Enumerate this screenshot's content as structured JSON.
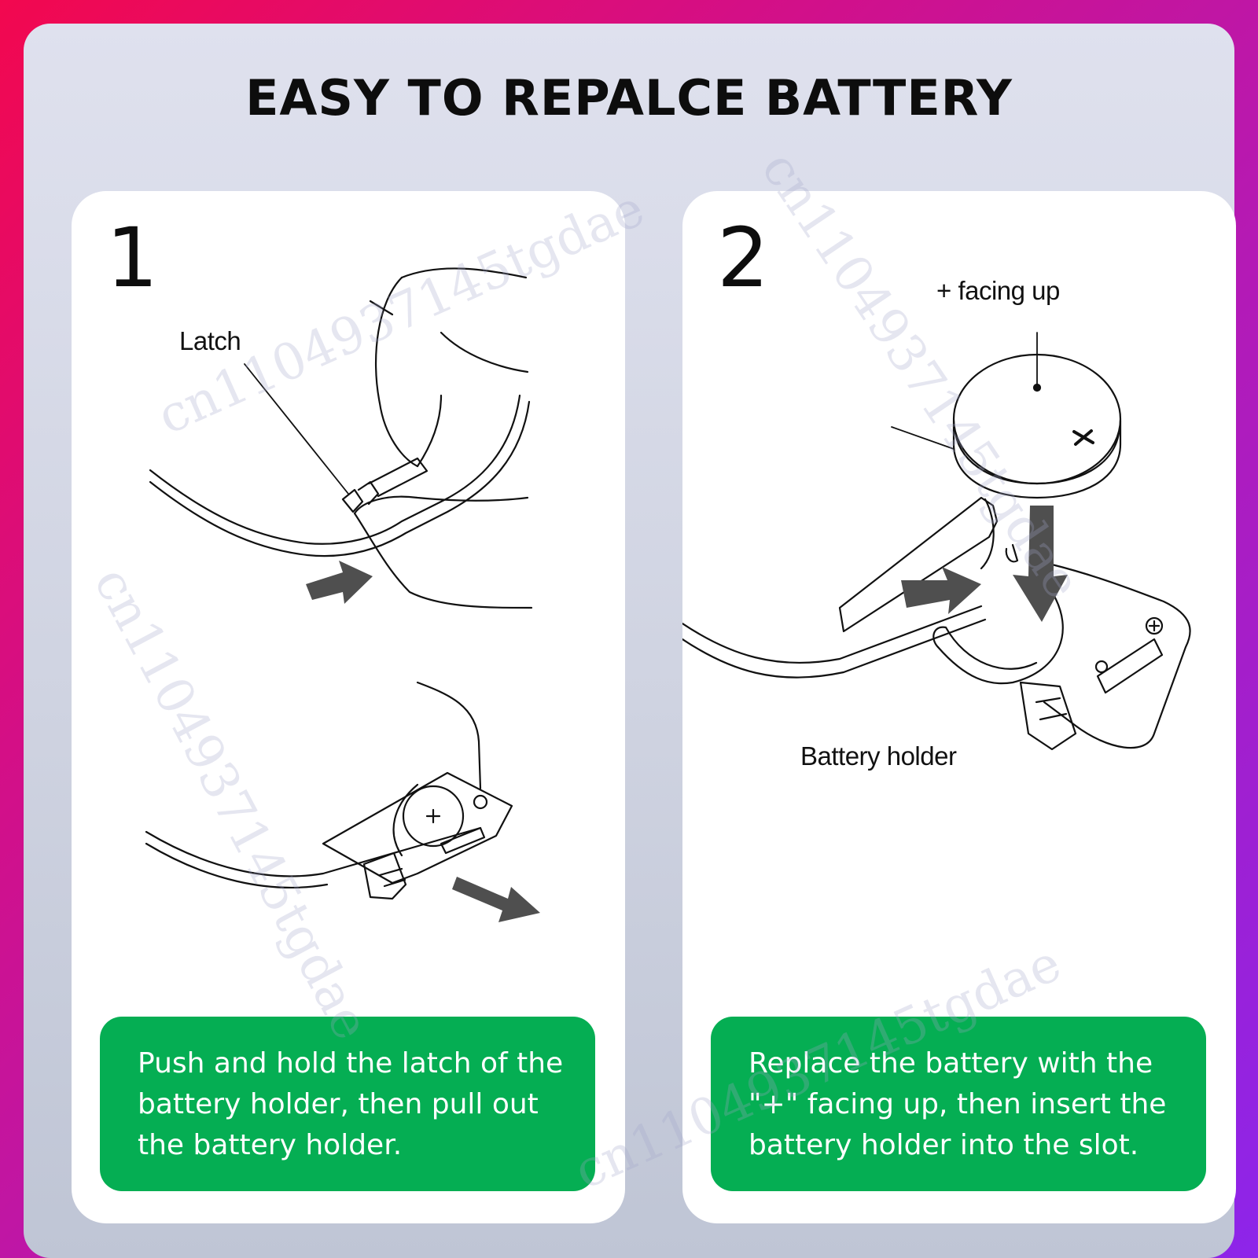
{
  "title": "EASY TO REPALCE BATTERY",
  "watermark": "cn1104937145tgdae",
  "steps": [
    {
      "number": "1",
      "labels": {
        "latch": "Latch"
      },
      "caption": "Push and hold the latch of the battery holder, then pull out the battery holder."
    },
    {
      "number": "2",
      "labels": {
        "plus_facing_up": "+ facing up",
        "battery_holder": "Battery holder"
      },
      "caption": "Replace the battery with the \"+\" facing up, then insert the battery holder into the slot."
    }
  ],
  "colors": {
    "background_gradient_start": "#f2084f",
    "background_gradient_end": "#8d25ea",
    "panel": "#d6d9e6",
    "card": "#ffffff",
    "caption_green": "#05ae53",
    "arrow_gray": "#4f4f4f"
  }
}
